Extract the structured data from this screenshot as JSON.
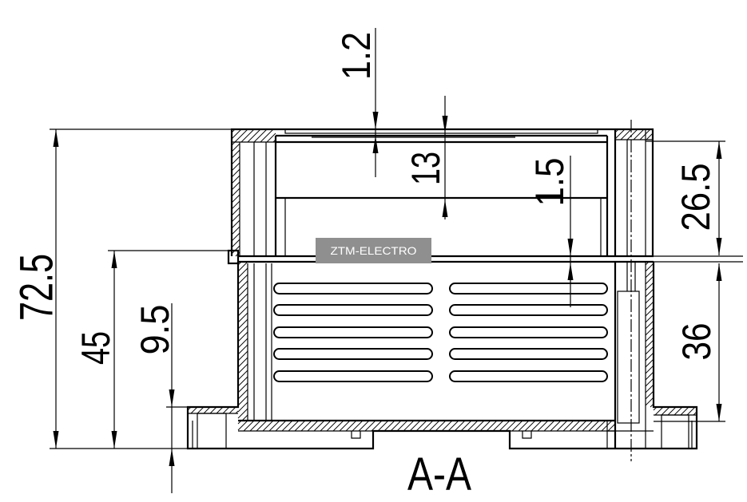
{
  "drawing": {
    "section_label": "A-A",
    "dimensions": [
      "1.2",
      "13",
      "1.5",
      "26.5",
      "72.5",
      "45",
      "9.5",
      "36"
    ]
  },
  "watermark": {
    "text": "ZTM-ELECTRO",
    "background_color": "#8f8f8f",
    "text_color": "#ffffff"
  },
  "colors": {
    "line": "#000000",
    "background": "#ffffff"
  }
}
